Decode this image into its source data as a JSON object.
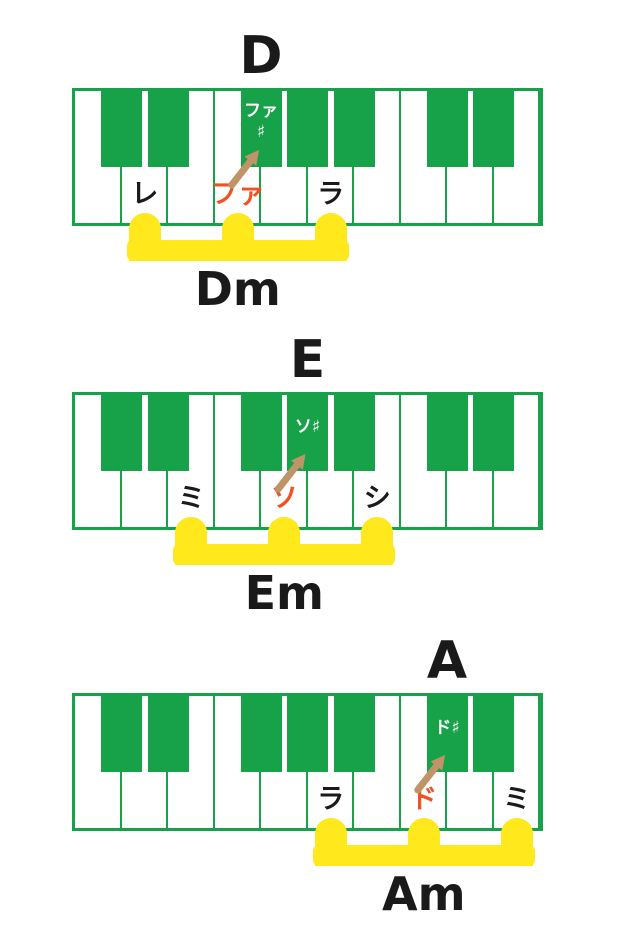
{
  "page": {
    "background": "#ffffff"
  },
  "colors": {
    "key_green": "#17A24A",
    "bracket_yellow": "#FFE81C",
    "accent_orange": "#F05223",
    "arrow_tan": "#BE9468",
    "text_black": "#1A1A1A",
    "black_key_label_white": "#FFFFFF"
  },
  "keyboard": {
    "white_key_count": 10,
    "black_key_boundaries": [
      1,
      2,
      4,
      5,
      6,
      8,
      9
    ]
  },
  "icons": {
    "arrow": "raise-semitone-arrow-icon"
  },
  "diagrams": [
    {
      "title": "D",
      "chord_label": "Dm",
      "white_labels": [
        {
          "key": 2,
          "text": "レ",
          "accent": false
        },
        {
          "key": 4,
          "text": "ファ",
          "accent": true
        },
        {
          "key": 6,
          "text": "ラ",
          "accent": false
        }
      ],
      "black_label": {
        "boundary": 4,
        "lines": [
          "ファ",
          "♯"
        ]
      },
      "arrow_from_key": 4,
      "bracket_keys": [
        2,
        4,
        6
      ]
    },
    {
      "title": "E",
      "chord_label": "Em",
      "white_labels": [
        {
          "key": 3,
          "text": "ミ",
          "accent": false
        },
        {
          "key": 5,
          "text": "ソ",
          "accent": true
        },
        {
          "key": 7,
          "text": "シ",
          "accent": false
        }
      ],
      "black_label": {
        "boundary": 5,
        "lines": [
          "ソ♯"
        ]
      },
      "arrow_from_key": 5,
      "bracket_keys": [
        3,
        5,
        7
      ]
    },
    {
      "title": "A",
      "chord_label": "Am",
      "white_labels": [
        {
          "key": 6,
          "text": "ラ",
          "accent": false
        },
        {
          "key": 8,
          "text": "ド",
          "accent": true
        },
        {
          "key": 10,
          "text": "ミ",
          "accent": false
        }
      ],
      "black_label": {
        "boundary": 8,
        "lines": [
          "ド♯"
        ]
      },
      "arrow_from_key": 8,
      "bracket_keys": [
        6,
        8,
        10
      ]
    }
  ]
}
